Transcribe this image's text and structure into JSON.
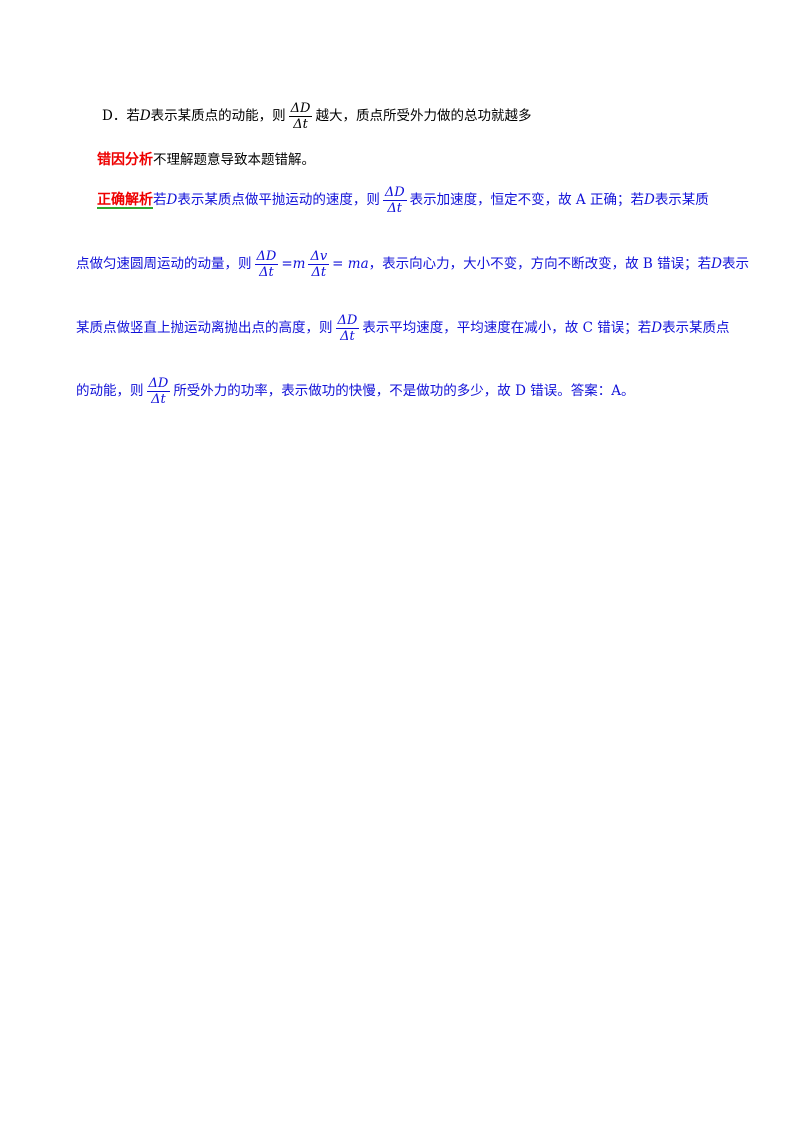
{
  "option_d": {
    "prefix": "D．若",
    "var": "D",
    "mid": "表示某质点的动能，则",
    "suffix": "越大，质点所受外力做的总功就越多"
  },
  "frac_dD_dt": {
    "num": "ΔD",
    "den": "Δt"
  },
  "frac_dv_dt": {
    "num": "Δv",
    "den": "Δt"
  },
  "error_analysis": {
    "heading": "错因分析",
    "text": "不理解题意导致本题错解。"
  },
  "correct_analysis": {
    "heading": "正确解析",
    "line1_a": "若",
    "line1_var": "D",
    "line1_b": "表示某质点做平抛运动的速度，则",
    "line1_c": "表示加速度，恒定不变，故 A 正确；若",
    "line1_var2": "D",
    "line1_d": "表示某质",
    "line2_a": "点做匀速圆周运动的动量，则",
    "line2_eq1": "=m",
    "line2_eq2": "= ma",
    "line2_b": "，表示向心力，大小不变，方向不断改变，故 B 错误；若",
    "line2_var": "D",
    "line2_c": "表示",
    "line3_a": "某质点做竖直上抛运动离抛出点的高度，则",
    "line3_b": "表示平均速度，平均速度在减小，故 C 错误；若",
    "line3_var": "D",
    "line3_c": "表示某质点",
    "line4_a": "的动能，则",
    "line4_b": "所受外力的功率，表示做功的快慢，不是做功的多少，故 D 错误。答案：A。"
  }
}
